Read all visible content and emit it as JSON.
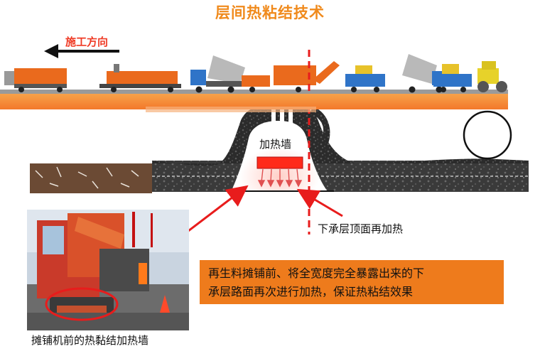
{
  "title": "层间热粘结技术",
  "direction_label": "施工方向",
  "heating_wall_label": "加热墙",
  "sublayer_label": "下承层顶面再加热",
  "description_lines": [
    "再生料摊铺前、将全宽度完全暴露出来的下",
    "承层路面再次进行加热，保证热粘结效果"
  ],
  "photo_caption": "摊铺机前的热黏结加热墙",
  "colors": {
    "title": "#f08a1c",
    "accent_red": "#e81c1c",
    "orange_band": "#f3782a",
    "desc_box": "#ee7b1c",
    "heater": "#ff2a1a",
    "asphalt": "#2a2a2a",
    "soil": "#6b4a34"
  },
  "icons": [
    "direction-arrow-icon",
    "roller-wheel-icon",
    "heat-arrow-icon",
    "truck-icon"
  ]
}
